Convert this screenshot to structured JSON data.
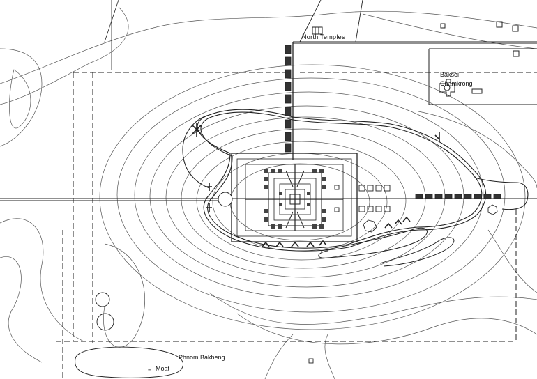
{
  "map": {
    "labels": {
      "north_temples": "North Temples",
      "baksei": "Baksei",
      "chamkrong": "Chamkrong",
      "phnom_bakheng": "Phnom Bakheng",
      "moat": "Moat",
      "moat_symbol": "≡"
    },
    "colors": {
      "background": "#ffffff",
      "ink": "#222222",
      "contour": "#555555"
    }
  }
}
